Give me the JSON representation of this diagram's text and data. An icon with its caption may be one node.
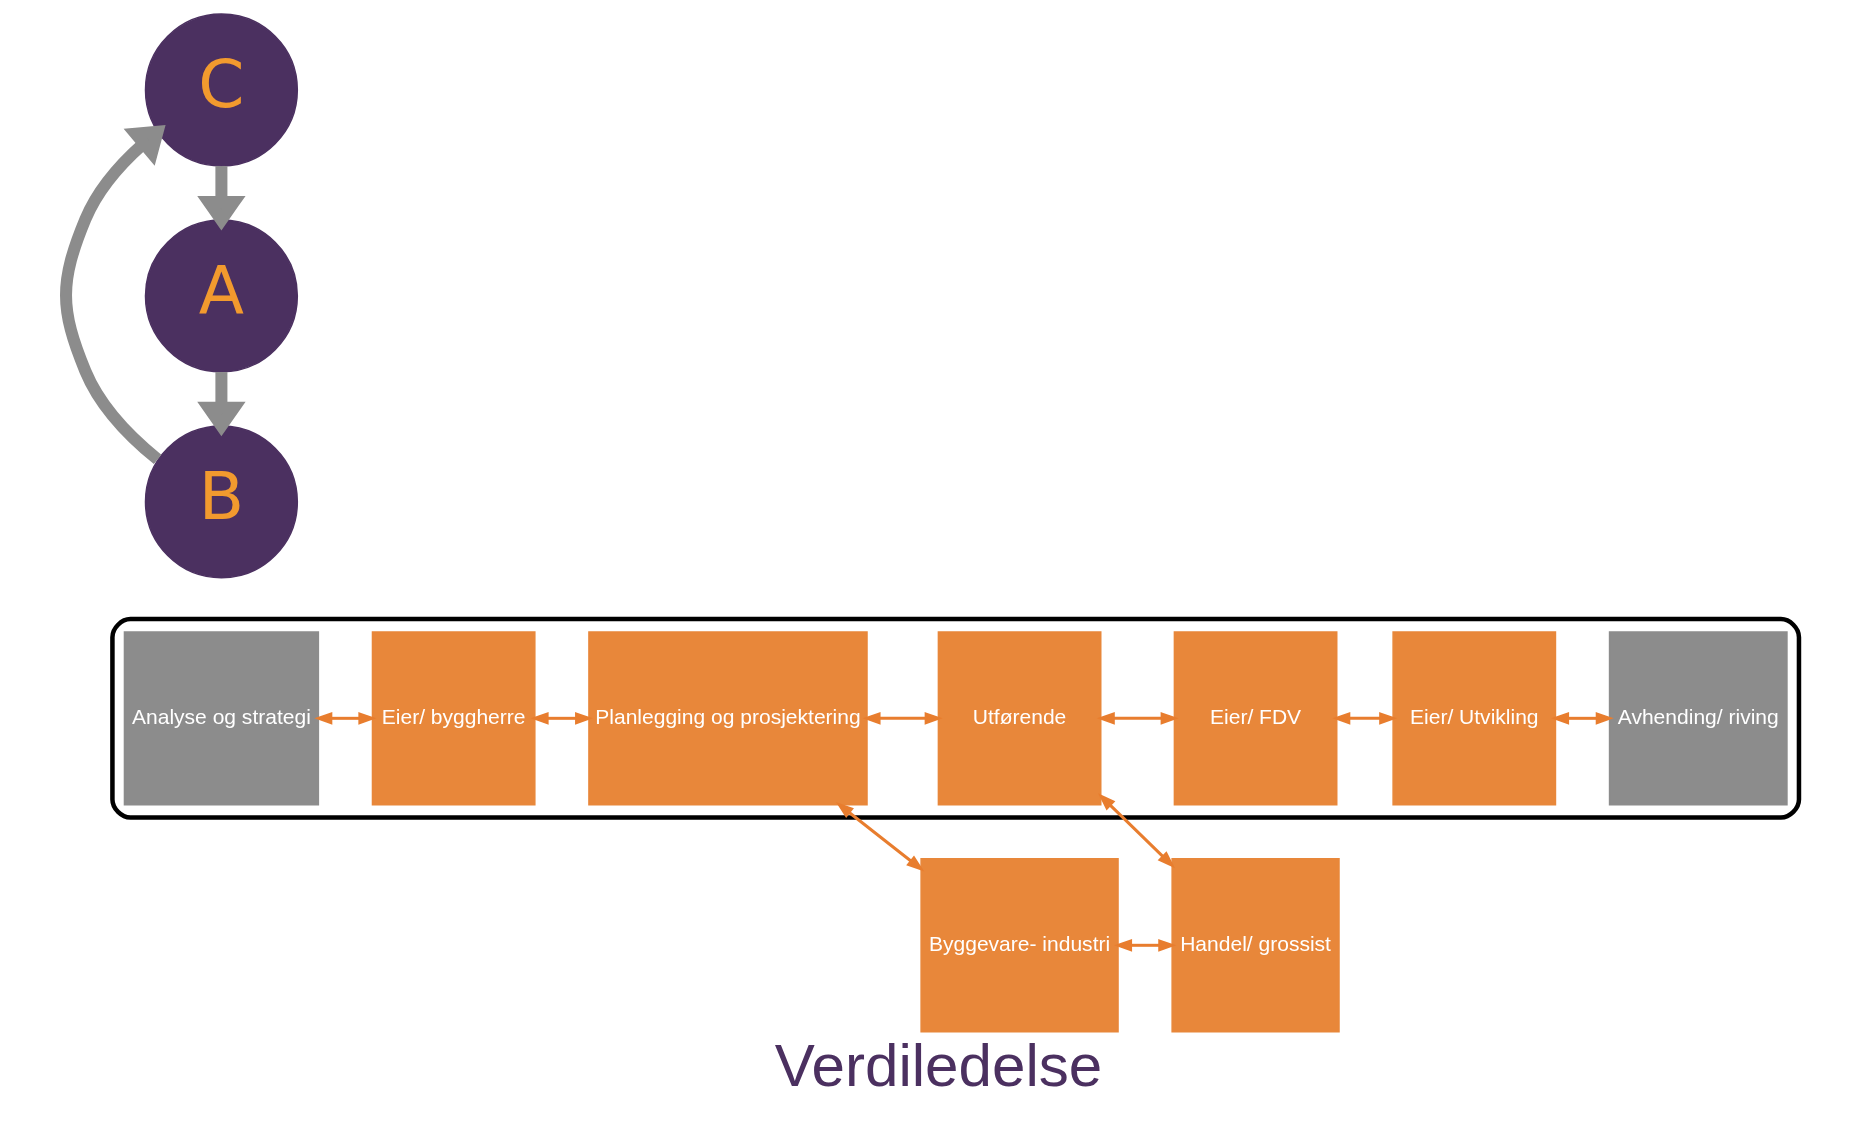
{
  "diagram": {
    "caption": "Verdiledelse",
    "nodes": [
      {
        "text": [],
        "shape": "box"
      },
      {
        "text": [
          "Analyse og strategi"
        ],
        "in": 0
      },
      {
        "text": [
          "Eier/ byggherre"
        ],
        "in": 0
      },
      {
        "text": [
          "Planlegging og prosjektering"
        ],
        "in": 0
      },
      {
        "text": [
          "Utførende"
        ],
        "in": 0
      },
      {
        "text": [
          "Eier/ FDV"
        ],
        "in": 0
      },
      {
        "text": [
          "Eier/ Utvikling"
        ],
        "in": 0
      },
      {
        "text": [
          "Avhending/ riving"
        ],
        "in": 0
      },
      {
        "text": [
          "Byggevare- industri"
        ]
      },
      {
        "text": [
          "Handel/ grossist"
        ]
      },
      {
        "text": [
          "C"
        ]
      },
      {
        "text": [
          "B"
        ]
      },
      {
        "text": [
          "A"
        ]
      }
    ],
    "edges": [
      {
        "from": 1,
        "to": 2,
        "arrow": "both"
      },
      {
        "from": 2,
        "to": 3,
        "arrow": "both"
      },
      {
        "from": 3,
        "to": 4,
        "arrow": "both"
      },
      {
        "from": 4,
        "to": 5,
        "arrow": "both"
      },
      {
        "from": 5,
        "to": 6,
        "arrow": "both"
      },
      {
        "from": 6,
        "to": 7,
        "arrow": "both"
      },
      {
        "from": 3,
        "to": 8,
        "arrow": "both"
      },
      {
        "from": 8,
        "to": 9,
        "arrow": "both"
      },
      {
        "from": 9,
        "to": 4,
        "arrow": "both"
      },
      {
        "from": 10,
        "to": 12,
        "arrow": "to",
        "style": "thick",
        "color": "#8c8c8c"
      },
      {
        "from": 12,
        "to": 11,
        "arrow": "to",
        "style": "thick",
        "color": "#8c8c8c"
      },
      {
        "from": 11,
        "to": 10,
        "arrow": "to",
        "style": "thick",
        "color": "#8c8c8c"
      }
    ]
  }
}
